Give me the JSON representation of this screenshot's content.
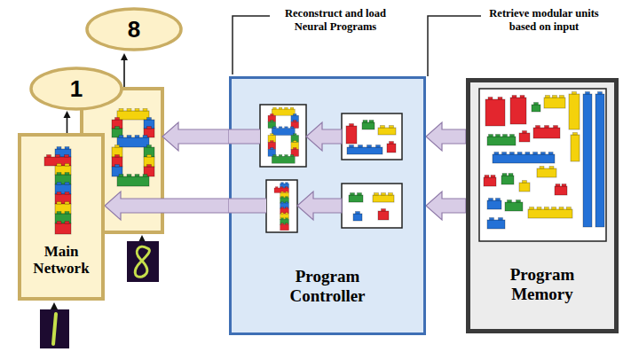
{
  "diagram": {
    "nodes": [
      {
        "text": [
          "8"
        ]
      },
      {
        "text": [
          "1"
        ]
      },
      {
        "text": [
          "Main Network"
        ]
      },
      {
        "text": [
          "Program Controller"
        ]
      },
      {
        "text": [
          "Program Memory"
        ]
      }
    ],
    "edges": [
      {
        "from": 4,
        "to": 3,
        "arrow": "to"
      },
      {
        "from": 3,
        "to": 2,
        "arrow": "to"
      },
      {
        "from": 2,
        "to": 1,
        "arrow": "to"
      }
    ],
    "labels": [
      "Reconstruct and load Neural Programs",
      "Retrieve modular units based on input"
    ]
  }
}
